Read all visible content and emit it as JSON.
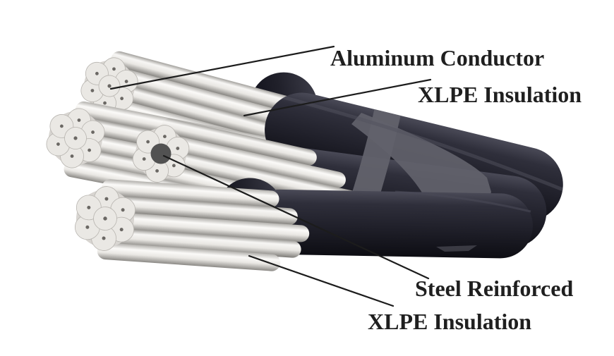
{
  "figure": {
    "labels": {
      "aluminum_conductor": "Aluminum Conductor",
      "xlpe_insulation_top": "XLPE Insulation",
      "steel_reinforced": "Steel Reinforced",
      "xlpe_insulation_bottom": "XLPE Insulation"
    },
    "colors": {
      "background": "#ffffff",
      "insulation_black": "#20202a",
      "binder_band_gray": "#62626b",
      "conductor_silver": "#e9e7e3",
      "steel_core_gray": "#525252",
      "label_text": "#1f1f1f",
      "leader_line": "#1c1c1c"
    }
  }
}
